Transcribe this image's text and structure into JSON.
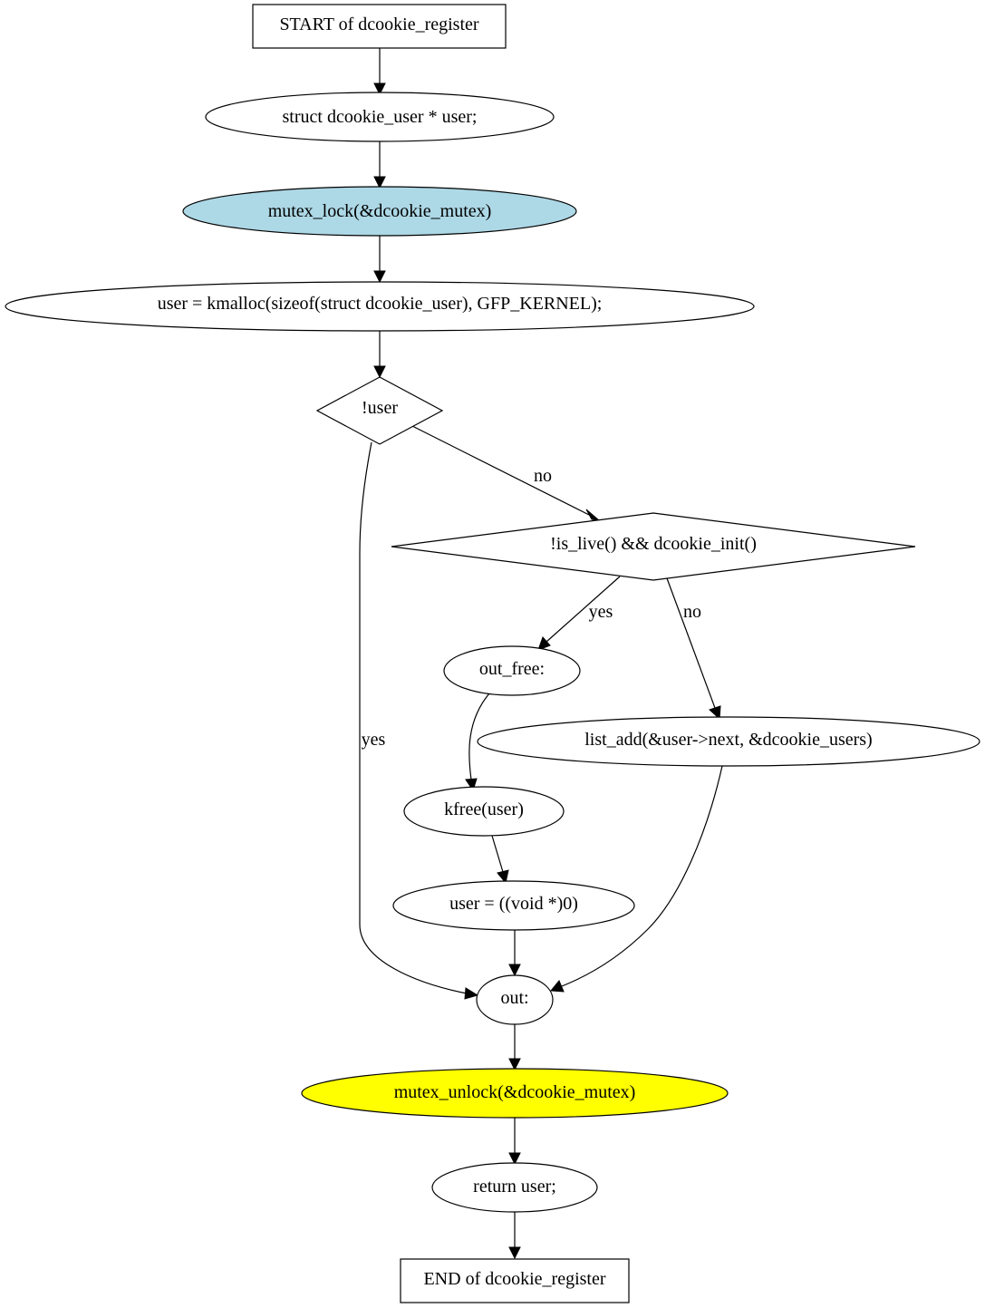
{
  "colors": {
    "stroke": "#000000",
    "default_fill": "#ffffff",
    "lock_fill": "#add8e6",
    "unlock_fill": "#ffff00"
  },
  "nodes": {
    "start": "START of dcookie_register",
    "decl": "struct dcookie_user * user;",
    "lock": "mutex_lock(&dcookie_mutex)",
    "kmalloc": "user = kmalloc(sizeof(struct dcookie_user), GFP_KERNEL);",
    "not_user": "!user",
    "is_live": "!is_live() && dcookie_init()",
    "out_free": "out_free:",
    "list_add": "list_add(&user->next, &dcookie_users)",
    "kfree": "kfree(user)",
    "null_user": "user = ((void *)0)",
    "out": "out:",
    "unlock": "mutex_unlock(&dcookie_mutex)",
    "ret": "return user;",
    "end": "END of dcookie_register"
  },
  "edge_labels": {
    "not_user_no": "no",
    "not_user_yes": "yes",
    "is_live_yes": "yes",
    "is_live_no": "no"
  }
}
